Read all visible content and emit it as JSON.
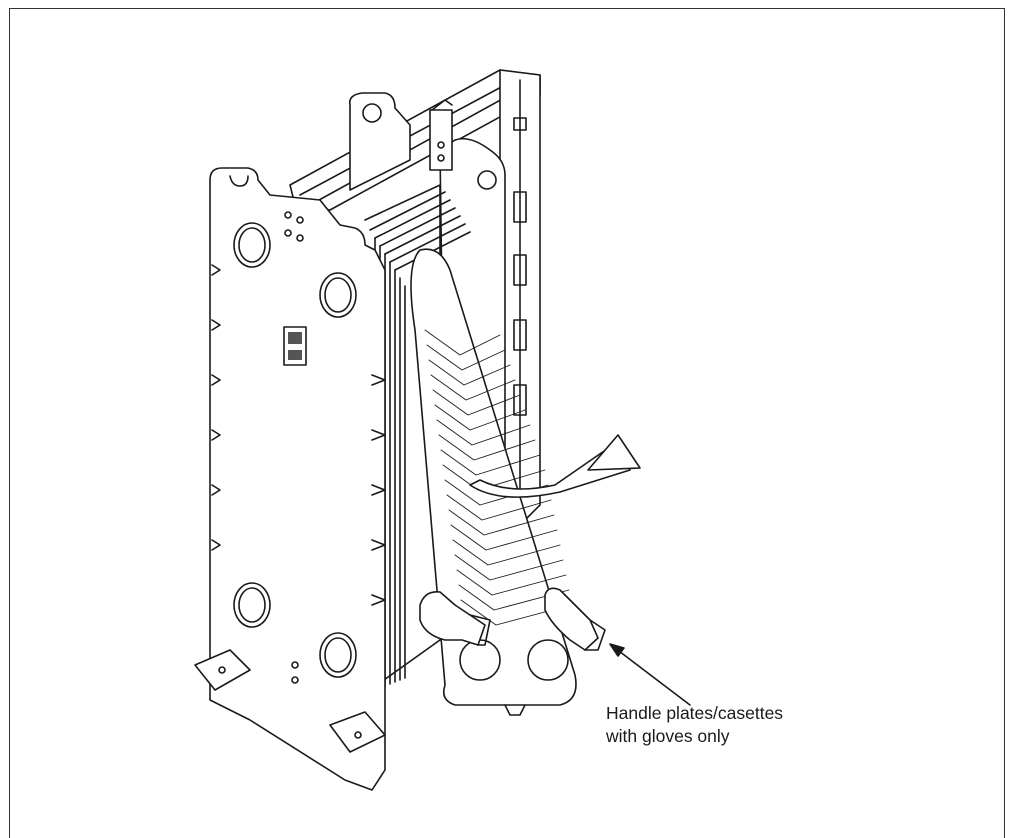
{
  "caption": {
    "line1": "Handle plates/casettes",
    "line2": "with gloves only"
  },
  "icons": [
    "heat-exchanger-frame",
    "gasket-plate",
    "hand-glove-icon",
    "remove-arrow-icon",
    "callout-arrow"
  ],
  "colors": {
    "stroke": "#1a1a1a",
    "fill": "#ffffff",
    "frame": "#333333"
  }
}
